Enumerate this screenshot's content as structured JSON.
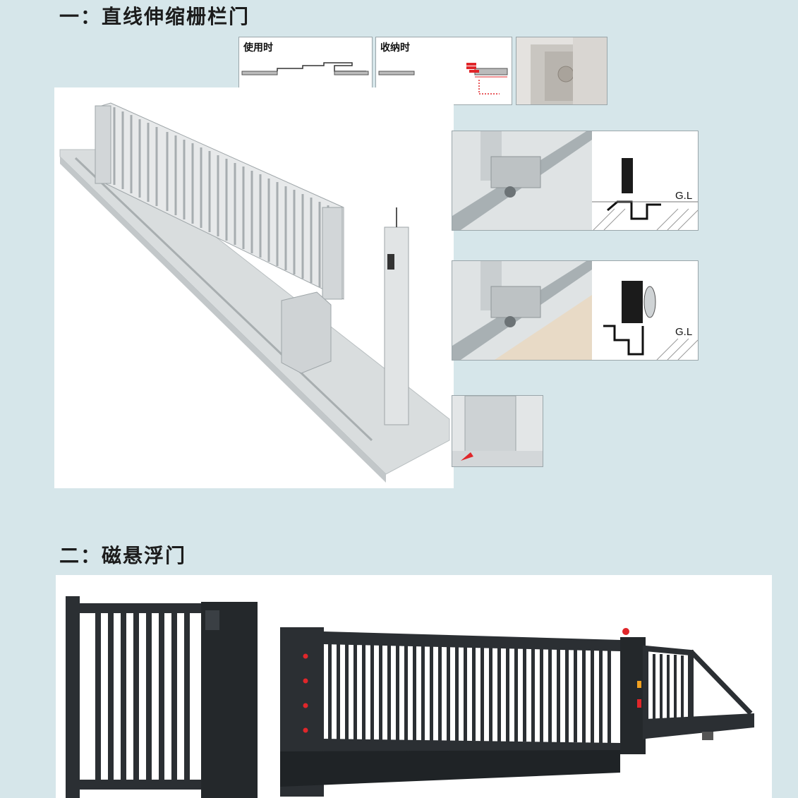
{
  "section1": {
    "title": "一：直线伸缩栅栏门",
    "diagram_in_use_label": "使用时",
    "diagram_stored_label": "收纳时",
    "detail_label_1": "G.L",
    "detail_label_2": "G.L"
  },
  "section2": {
    "title": "二：磁悬浮门"
  },
  "colors": {
    "background": "#d6e6ea",
    "gate_silver": "#c9cdcf",
    "gate_dark": "#2b2f33",
    "indicator_red": "#e0262a"
  }
}
